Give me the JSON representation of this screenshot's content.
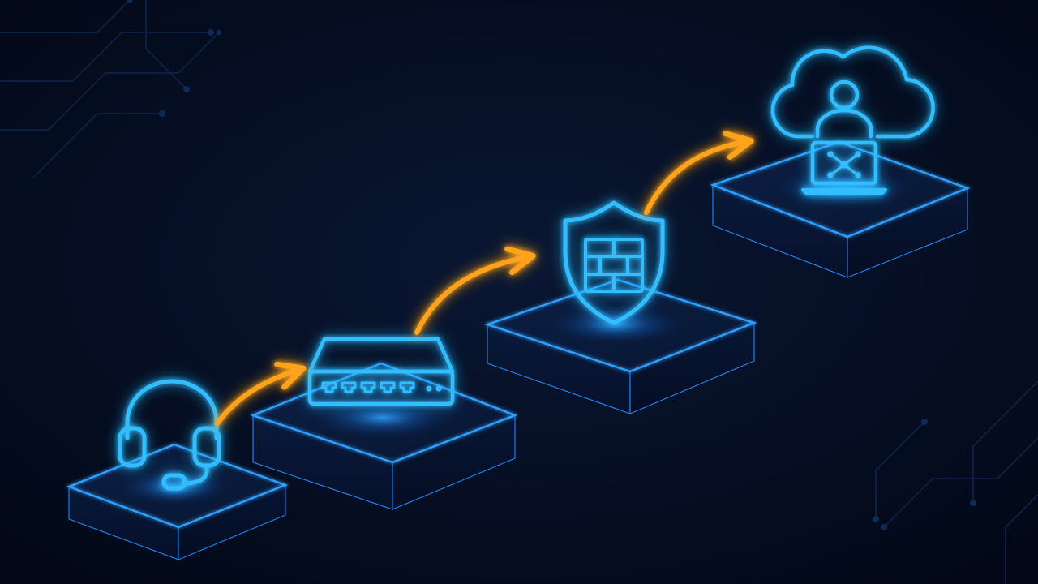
{
  "diagram": {
    "steps": [
      {
        "id": "support",
        "icon": "headset-icon"
      },
      {
        "id": "network",
        "icon": "network-switch-icon"
      },
      {
        "id": "security",
        "icon": "firewall-shield-icon"
      },
      {
        "id": "cloud",
        "icon": "cloud-user-laptop-icon"
      }
    ],
    "connectors": [
      {
        "from": "support",
        "to": "network"
      },
      {
        "from": "network",
        "to": "security"
      },
      {
        "from": "security",
        "to": "cloud"
      }
    ]
  },
  "colors": {
    "background": "#030a1a",
    "neon_blue": "#2fb6ff",
    "platform_edge": "#1e7fe6",
    "platform_top": "#0a1a3a",
    "platform_side": "#071330",
    "arrow_orange": "#ffa21f",
    "circuit": "#0d2244"
  }
}
